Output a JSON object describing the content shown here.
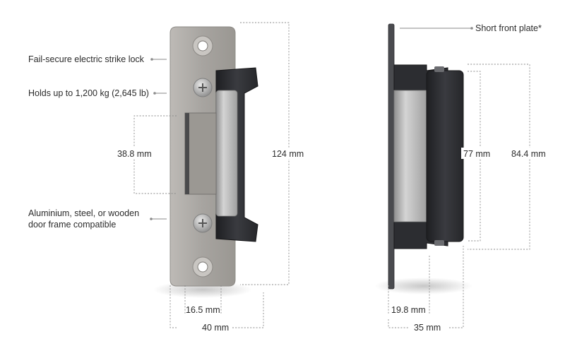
{
  "colors": {
    "background": "#ffffff",
    "faceplate": "#a9a6a2",
    "body_dark": "#2e2f33",
    "keeper_silver": "#b9b9b9",
    "dimension_line": "#8a8a8a",
    "text": "#2b2b2b"
  },
  "callouts": {
    "fail_secure": "Fail-secure electric strike lock",
    "holds": "Holds up to 1,200 kg (2,645 lb)",
    "frame_line1": "Aluminium, steel, or wooden",
    "frame_line2": "door frame compatible",
    "short_plate": "Short front plate*"
  },
  "dimensions": {
    "keeper_opening": "38.8 mm",
    "plate_height": "124 mm",
    "body_width": "16.5 mm",
    "plate_width": "40 mm",
    "body_height": "77 mm",
    "total_body_height": "84.4 mm",
    "plate_depth": "19.8 mm",
    "total_depth": "35 mm"
  },
  "icons": [
    "screw-hole-icon",
    "phillips-screw-icon"
  ]
}
